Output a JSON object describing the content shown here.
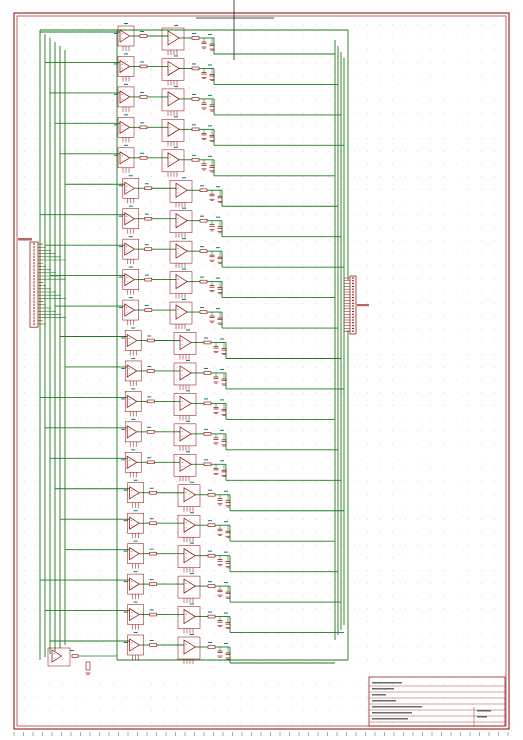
{
  "app": {
    "title": ""
  },
  "colors": {
    "background": "#ffffff",
    "border": "#8b0000",
    "wire": "#1f7a1f",
    "component": "#8b0000",
    "pin_text": "#0a7a7a",
    "grid_dot": "#7d7d7d"
  },
  "schematic": {
    "channel_count": 21,
    "left_connector": {
      "pin_count": 26,
      "label_visible": false
    },
    "right_connector": {
      "pin_count": 20,
      "label_visible": false
    },
    "title_block": {
      "text_legible": false
    }
  }
}
